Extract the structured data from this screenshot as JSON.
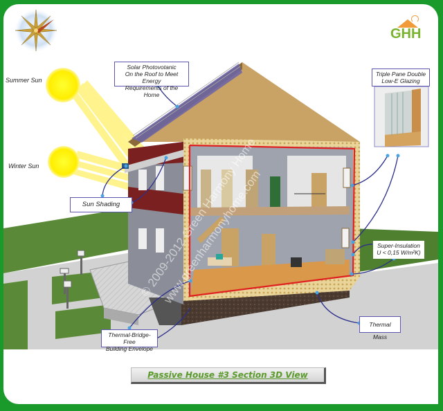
{
  "title": "Passive House #3 Section 3D View",
  "caption_link": "Passive House #3 Section 3D View",
  "logo": {
    "letters": "GHH",
    "brand": "Green Harmony Home"
  },
  "compass": {
    "icon": "compass-rose-icon"
  },
  "suns": {
    "summer": "Summer Sun",
    "winter": "Winter Sun"
  },
  "labels": {
    "solar_pv": [
      "Solar Photovotanic",
      "On the Roof to Meet Energy",
      "Requirements of the Home"
    ],
    "glazing": [
      "Triple Pane Double",
      "Low-E Glazing"
    ],
    "sun_shading": "Sun Shading",
    "super_insulation": [
      "Super-Insulation",
      "U < 0,15 W/m²K)"
    ],
    "thermal_bridge": [
      "Thermal-Bridge-Free",
      "Building Envelope"
    ],
    "thermal_mass": "Thermal Mass"
  },
  "watermark": {
    "line1": "© 2009-2012 Green Harmony Home",
    "line2": "www.greenharmonyhome.com"
  },
  "colors": {
    "frame_green": "#1a9a2a",
    "label_border": "#5a55b0",
    "callout_line": "#2c2f8a",
    "callout_dot": "#4aa3e0",
    "sun_yellow": "#ffee00",
    "envelope_red": "#e02020",
    "caption_green": "#5a9a2a"
  }
}
